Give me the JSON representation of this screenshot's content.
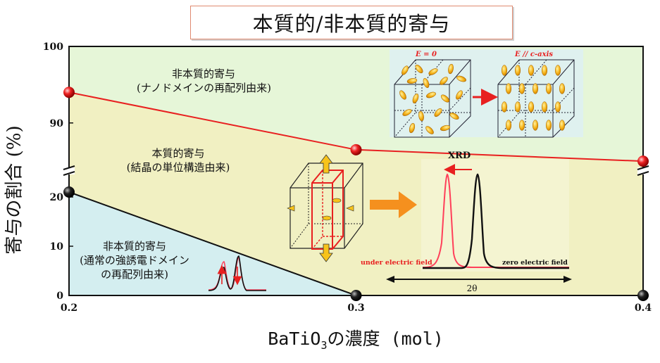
{
  "title": "本質的/非本質的寄与",
  "annotations": {
    "upper_region": [
      "非本質的寄与",
      "(ナノドメインの再配列由来)"
    ],
    "middle_region": [
      "本質的寄与",
      "(結晶の単位構造由来)"
    ],
    "lower_region": [
      "非本質的寄与",
      "(通常の強誘電ドメイン",
      "の再配列由来)"
    ]
  },
  "inset_labels": {
    "e_zero": "E = 0",
    "e_parallel": "E // c-axis",
    "xrd": "XRD",
    "under_field": "under electric field",
    "zero_field": "zero electric field",
    "two_theta": "2θ"
  },
  "colors": {
    "upper_fill": "#e6f6d8",
    "middle_fill": "#f1f0c2",
    "lower_fill": "#d4eef0",
    "red": "#e82020",
    "black": "#111111",
    "orange": "#f5901e"
  },
  "chart_data": {
    "type": "line",
    "xlabel_main": "BaTiO",
    "xlabel_sub": "3",
    "xlabel_rest": "の濃度 (mol)",
    "ylabel": "寄与の割合 (%)",
    "x_ticks": [
      "0.2",
      "0.3",
      "0.4"
    ],
    "xlim": [
      0.2,
      0.4
    ],
    "y_ticks_lower": [
      "0",
      "10",
      "20"
    ],
    "y_ticks_upper": [
      "90",
      "100"
    ],
    "ylim_lower": [
      0,
      25
    ],
    "ylim_upper": [
      84,
      100
    ],
    "axis_break": true,
    "series": [
      {
        "points": [
          [
            0.2,
            94
          ],
          [
            0.3,
            86.5
          ],
          [
            0.4,
            85
          ]
        ],
        "color": "#e82020"
      },
      {
        "points": [
          [
            0.2,
            21
          ],
          [
            0.3,
            0
          ],
          [
            0.4,
            0
          ]
        ],
        "color": "#111111"
      }
    ]
  }
}
